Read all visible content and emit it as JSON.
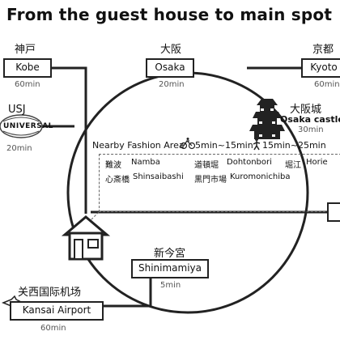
{
  "title": "From the guest house to main spot",
  "destinations": {
    "kobe": {
      "jp": "神戸",
      "en": "Kobe",
      "time": "60min"
    },
    "osaka": {
      "jp": "大阪",
      "en": "Osaka",
      "time": "20min"
    },
    "kyoto": {
      "jp": "京都",
      "en": "Kyoto",
      "time": "60min"
    },
    "usj": {
      "jp": "USJ",
      "logo_text": "UNIVERSAL",
      "time": "20min"
    },
    "osaka_castle": {
      "jp": "大阪城",
      "en": "Osaka castle",
      "time": "30min"
    },
    "shinimamiya": {
      "jp": "新今宮",
      "en": "Shinimamiya",
      "time": "5min"
    },
    "kansai_airport": {
      "jp": "关西国际机场",
      "en": "Kansai Airport",
      "time": "60min"
    }
  },
  "fashion": {
    "header": "Nearby Fashion Area",
    "bike_time": "5min~15min",
    "walk_time": "15min~25min",
    "areas": [
      {
        "jp": "難波",
        "en": "Namba"
      },
      {
        "jp": "道頓堀",
        "en": "Dohtonbori"
      },
      {
        "jp": "堀江",
        "en": "Horie"
      },
      {
        "jp": "心斎橋",
        "en": "Shinsaibashi"
      },
      {
        "jp": "黒門市場",
        "en": "Kuromonichiba"
      }
    ]
  },
  "colors": {
    "line": "#222222",
    "text": "#111111",
    "muted": "#555555"
  },
  "icons": [
    "house-icon",
    "castle-icon",
    "bicycle-icon",
    "walking-person-icon",
    "airplane-icon",
    "universal-globe-icon"
  ]
}
